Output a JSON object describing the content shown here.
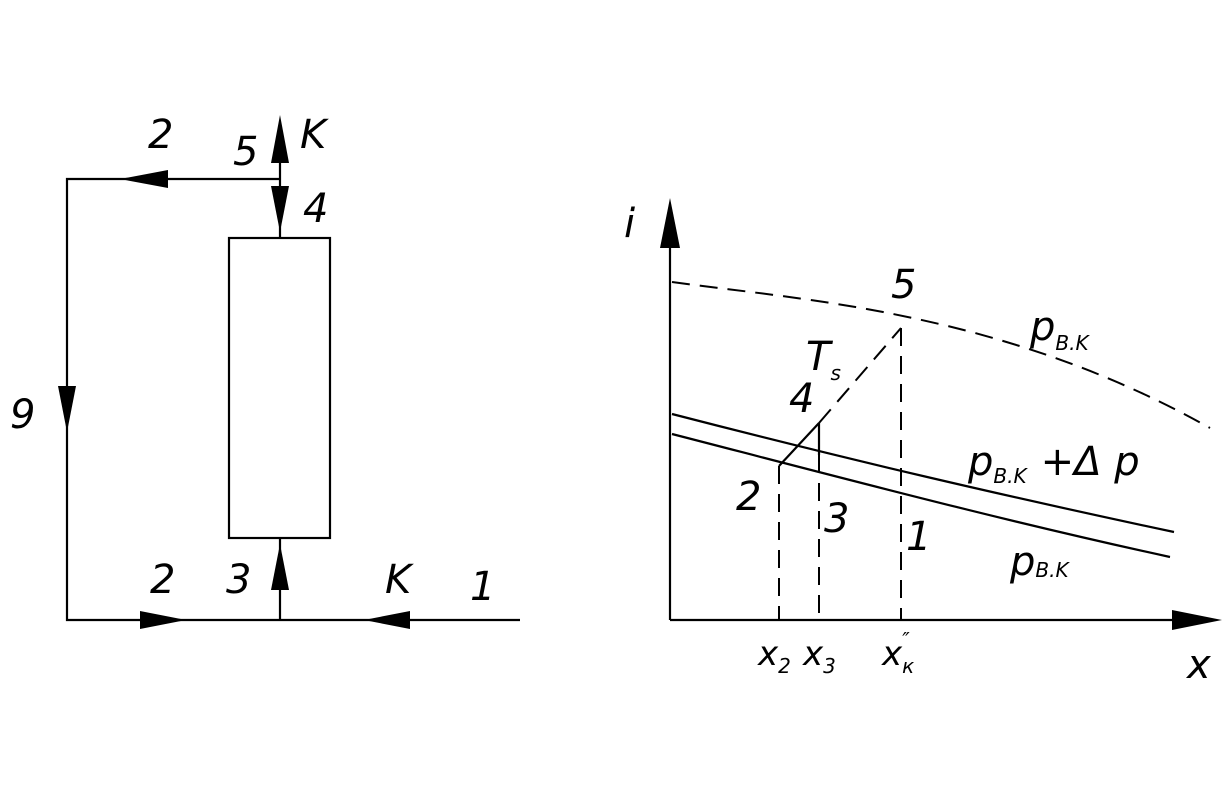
{
  "colors": {
    "ink": "#000000",
    "background": "#ffffff"
  },
  "scheme": {
    "label_2_top": "2",
    "label_5": "5",
    "label_K_top": "K",
    "label_4": "4",
    "label_9": "9",
    "label_2_bottom": "2",
    "label_3": "3",
    "label_K_bottom": "K",
    "label_1": "1"
  },
  "graph": {
    "axis_i": "i",
    "axis_x": "x",
    "point_5": "5",
    "point_4": "4",
    "point_2": "2",
    "point_3": "3",
    "point_1": "1",
    "T_label": {
      "main": "T",
      "sub": "s"
    },
    "curve_top": {
      "main": "p",
      "sub": "B.K"
    },
    "curve_mid": {
      "main": "p",
      "sub": "B.K",
      "suffix": "+Δ p"
    },
    "curve_low": {
      "main": "p",
      "sub": "B.K"
    },
    "tick_x2": {
      "main": "x",
      "sub": "2"
    },
    "tick_x3": {
      "main": "x",
      "sub": "3"
    },
    "tick_xk": {
      "main": "x",
      "sub": "к",
      "sup": "″"
    }
  }
}
